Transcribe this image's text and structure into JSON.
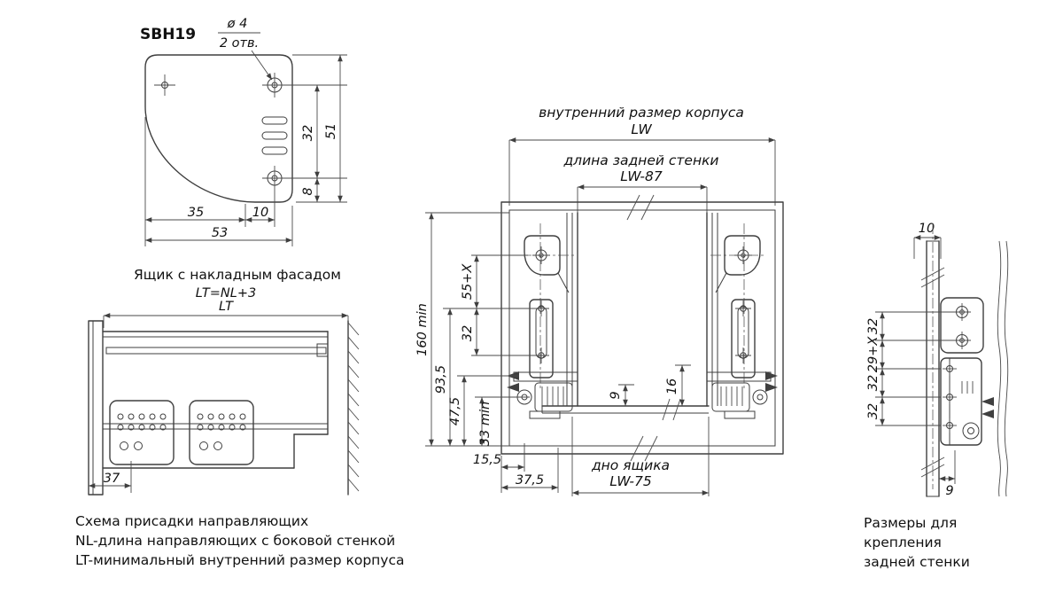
{
  "colors": {
    "line": "#3f3f3f",
    "text": "#111111",
    "background": "#ffffff"
  },
  "bracket_view": {
    "title": "SBH19",
    "hole_dia": "ø 4",
    "hole_count": "2 отв.",
    "dim_between_holes": "32",
    "dim_height": "51",
    "dim_bottom_offset": "8",
    "dim_35": "35",
    "dim_10": "10",
    "dim_width": "53"
  },
  "drawer_view": {
    "title": "Ящик с накладным фасадом",
    "formula": "LT=NL+3",
    "lt_label": "LT",
    "dim_37": "37"
  },
  "notes_left": {
    "line1": "Схема присадки направляющих",
    "line2": "NL-длина направляющих с боковой стенкой",
    "line3": "LT-минимальный внутренний размер корпуса"
  },
  "cabinet_view": {
    "inner_width_label": "внутренний размер корпуса",
    "inner_width_value": "LW",
    "back_wall_label": "длина задней стенки",
    "back_wall_value": "LW-87",
    "dim_height_min": "160 min",
    "dim_93_5": "93,5",
    "dim_55x": "55+X",
    "dim_32": "32",
    "dim_47_5": "47,5",
    "dim_33_min": "33 min",
    "dim_15_5": "15,5",
    "dim_37_5": "37,5",
    "dim_9": "9",
    "dim_16": "16",
    "bottom_label": "дно ящика",
    "bottom_value": "LW-75"
  },
  "back_wall_view": {
    "dim_10": "10",
    "dim_32_top": "32",
    "dim_29x": "29+X",
    "dim_32_mid": "32",
    "dim_32_bottom": "32",
    "dim_9": "9",
    "note_line1": "Размеры для",
    "note_line2": "крепления",
    "note_line3": "задней стенки"
  }
}
